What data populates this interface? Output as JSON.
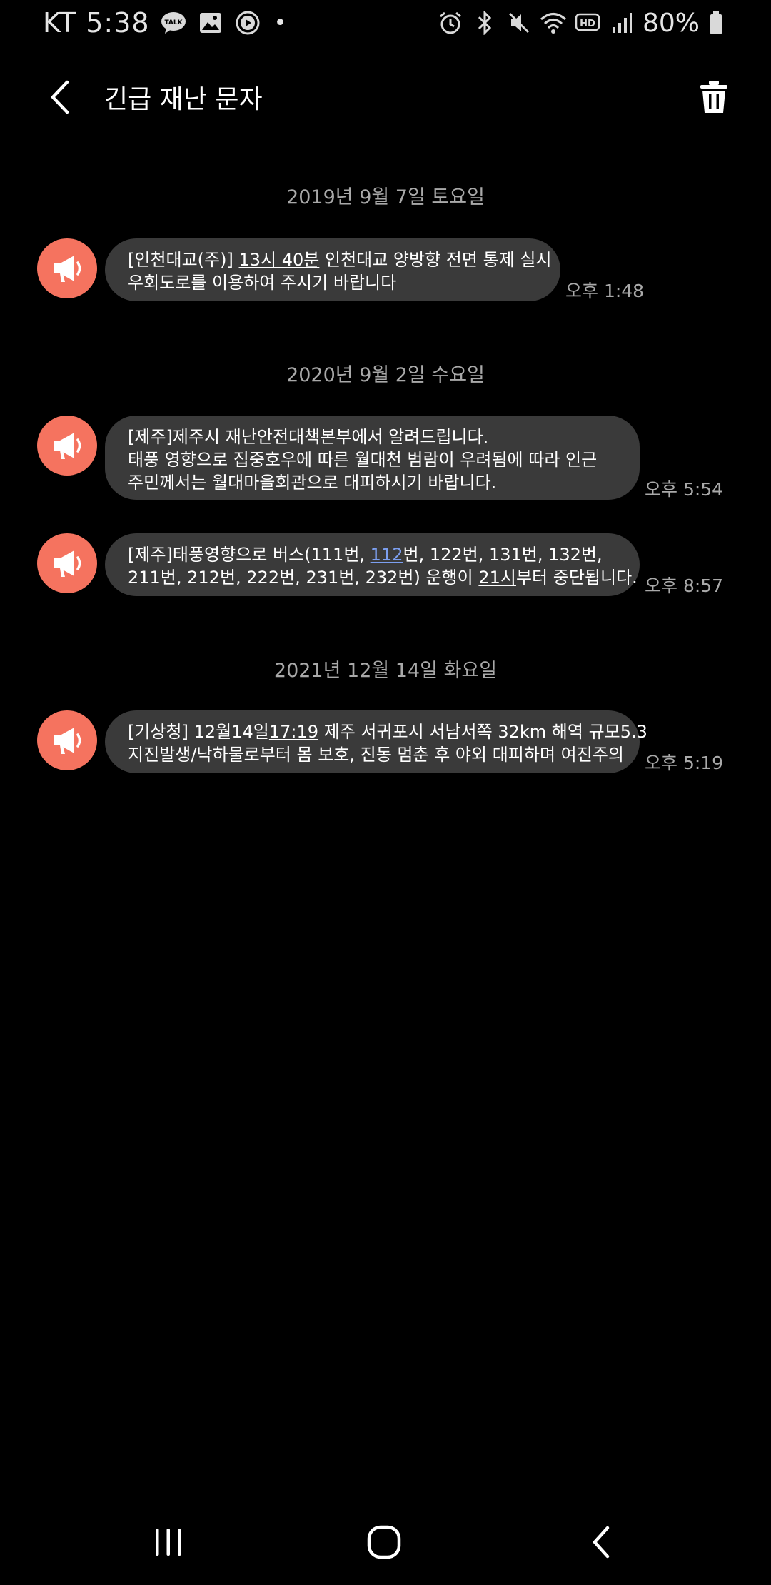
{
  "status_bar": {
    "carrier_time": "KT 5:38",
    "talk_badge": "TALK",
    "dot": "•",
    "hd_badge": "HD",
    "battery": "80%",
    "left_icons": [
      "talk-icon",
      "image-icon",
      "play-icon"
    ],
    "right_icons": [
      "alarm-icon",
      "bluetooth-icon",
      "mute-icon",
      "wifi-icon",
      "hd-icon",
      "signal-icon",
      "battery-icon"
    ]
  },
  "header": {
    "title": "긴급 재난 문자",
    "back_icon": "back-arrow-icon",
    "delete_icon": "trash-icon"
  },
  "sections": [
    {
      "date": "2019년 9월 7일 토요일",
      "messages": [
        {
          "lines": [
            [
              {
                "t": "[인천대교(주)] "
              },
              {
                "t": "13시 40분",
                "s": "u"
              },
              {
                "t": " 인천대교 양방향 전면 통제 실시"
              }
            ],
            [
              {
                "t": "우회도로를 이용하여 주시기 바랍니다"
              }
            ]
          ],
          "time": "오후 1:48"
        }
      ]
    },
    {
      "date": "2020년 9월 2일 수요일",
      "messages": [
        {
          "lines": [
            [
              {
                "t": "[제주]제주시 재난안전대책본부에서 알려드립니다."
              }
            ],
            [
              {
                "t": "태풍 영향으로 집중호우에 따른 월대천 범람이 우려됨에 따라 인근"
              }
            ],
            [
              {
                "t": "주민께서는 월대마을회관으로 대피하시기 바랍니다."
              }
            ]
          ],
          "time": "오후 5:54"
        },
        {
          "lines": [
            [
              {
                "t": "[제주]태풍영향으로 버스(111번, "
              },
              {
                "t": "112",
                "s": "link"
              },
              {
                "t": "번, 122번, 131번, 132번,"
              }
            ],
            [
              {
                "t": "211번, 212번, 222번, 231번, 232번) 운행이 "
              },
              {
                "t": "21시",
                "s": "u"
              },
              {
                "t": "부터 중단됩니다."
              }
            ]
          ],
          "time": "오후 8:57"
        }
      ]
    },
    {
      "date": "2021년 12월 14일 화요일",
      "messages": [
        {
          "lines": [
            [
              {
                "t": "[기상청] 12월14일"
              },
              {
                "t": "17:19",
                "s": "u"
              },
              {
                "t": " 제주 서귀포시 서남서쪽 32km 해역 규모5.3"
              }
            ],
            [
              {
                "t": "지진발생/낙하물로부터 몸 보호, 진동 멈춘 후 야외 대피하며 여진주의"
              }
            ]
          ],
          "time": "오후 5:19"
        }
      ]
    }
  ],
  "avatar_icon": "megaphone-icon",
  "colors": {
    "background": "#000000",
    "bubble": "#3a3a3a",
    "avatar": "#f5735f",
    "link": "#7c9ff0",
    "muted_text": "#a9a9a9"
  },
  "nav_bar": {
    "icons": [
      "recent-apps-icon",
      "home-icon",
      "nav-back-icon"
    ]
  }
}
